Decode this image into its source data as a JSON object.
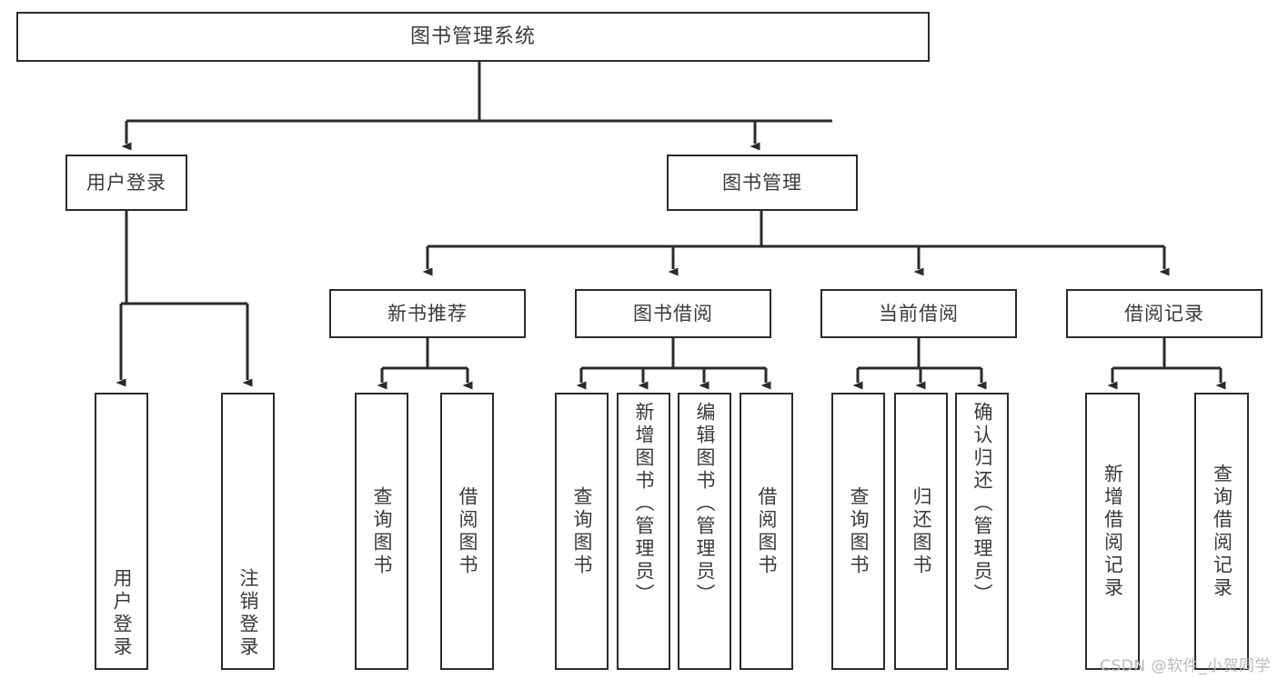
{
  "diagram": {
    "title": "图书管理系统",
    "type": "tree",
    "orientation": "top-down",
    "line_color": "#2b2b2b",
    "box_fill": "#ffffff",
    "text_color": "#3a3a3a",
    "watermark": "CSDN @软件_小贺同学",
    "levels": [
      {
        "level": 1,
        "nodes": [
          {
            "id": "root",
            "label": "图书管理系统"
          }
        ]
      },
      {
        "level": 2,
        "nodes": [
          {
            "id": "login",
            "label": "用户登录",
            "parent": "root"
          },
          {
            "id": "bookmgmt",
            "label": "图书管理",
            "parent": "root"
          }
        ]
      },
      {
        "level": 3,
        "nodes": [
          {
            "id": "newbook",
            "label": "新书推荐",
            "parent": "bookmgmt"
          },
          {
            "id": "borrow",
            "label": "图书借阅",
            "parent": "bookmgmt"
          },
          {
            "id": "current",
            "label": "当前借阅",
            "parent": "bookmgmt"
          },
          {
            "id": "record",
            "label": "借阅记录",
            "parent": "bookmgmt"
          }
        ]
      },
      {
        "level": 4,
        "nodes": [
          {
            "id": "l1",
            "label": "用户登录",
            "parent": "login"
          },
          {
            "id": "l2",
            "label": "注销登录",
            "parent": "login"
          },
          {
            "id": "l3",
            "label": "查询图书",
            "parent": "newbook"
          },
          {
            "id": "l4",
            "label": "借阅图书",
            "parent": "newbook"
          },
          {
            "id": "l5",
            "label": "查询图书",
            "parent": "borrow"
          },
          {
            "id": "l6",
            "label": "新增图书（管理员）",
            "parent": "borrow"
          },
          {
            "id": "l7",
            "label": "编辑图书（管理员）",
            "parent": "borrow"
          },
          {
            "id": "l8",
            "label": "借阅图书",
            "parent": "borrow"
          },
          {
            "id": "l9",
            "label": "查询图书",
            "parent": "current"
          },
          {
            "id": "l10",
            "label": "归还图书",
            "parent": "current"
          },
          {
            "id": "l11",
            "label": "确认归还（管理员）",
            "parent": "current"
          },
          {
            "id": "l12",
            "label": "新增借阅记录",
            "parent": "record"
          },
          {
            "id": "l13",
            "label": "查询借阅记录",
            "parent": "record"
          }
        ]
      }
    ]
  }
}
